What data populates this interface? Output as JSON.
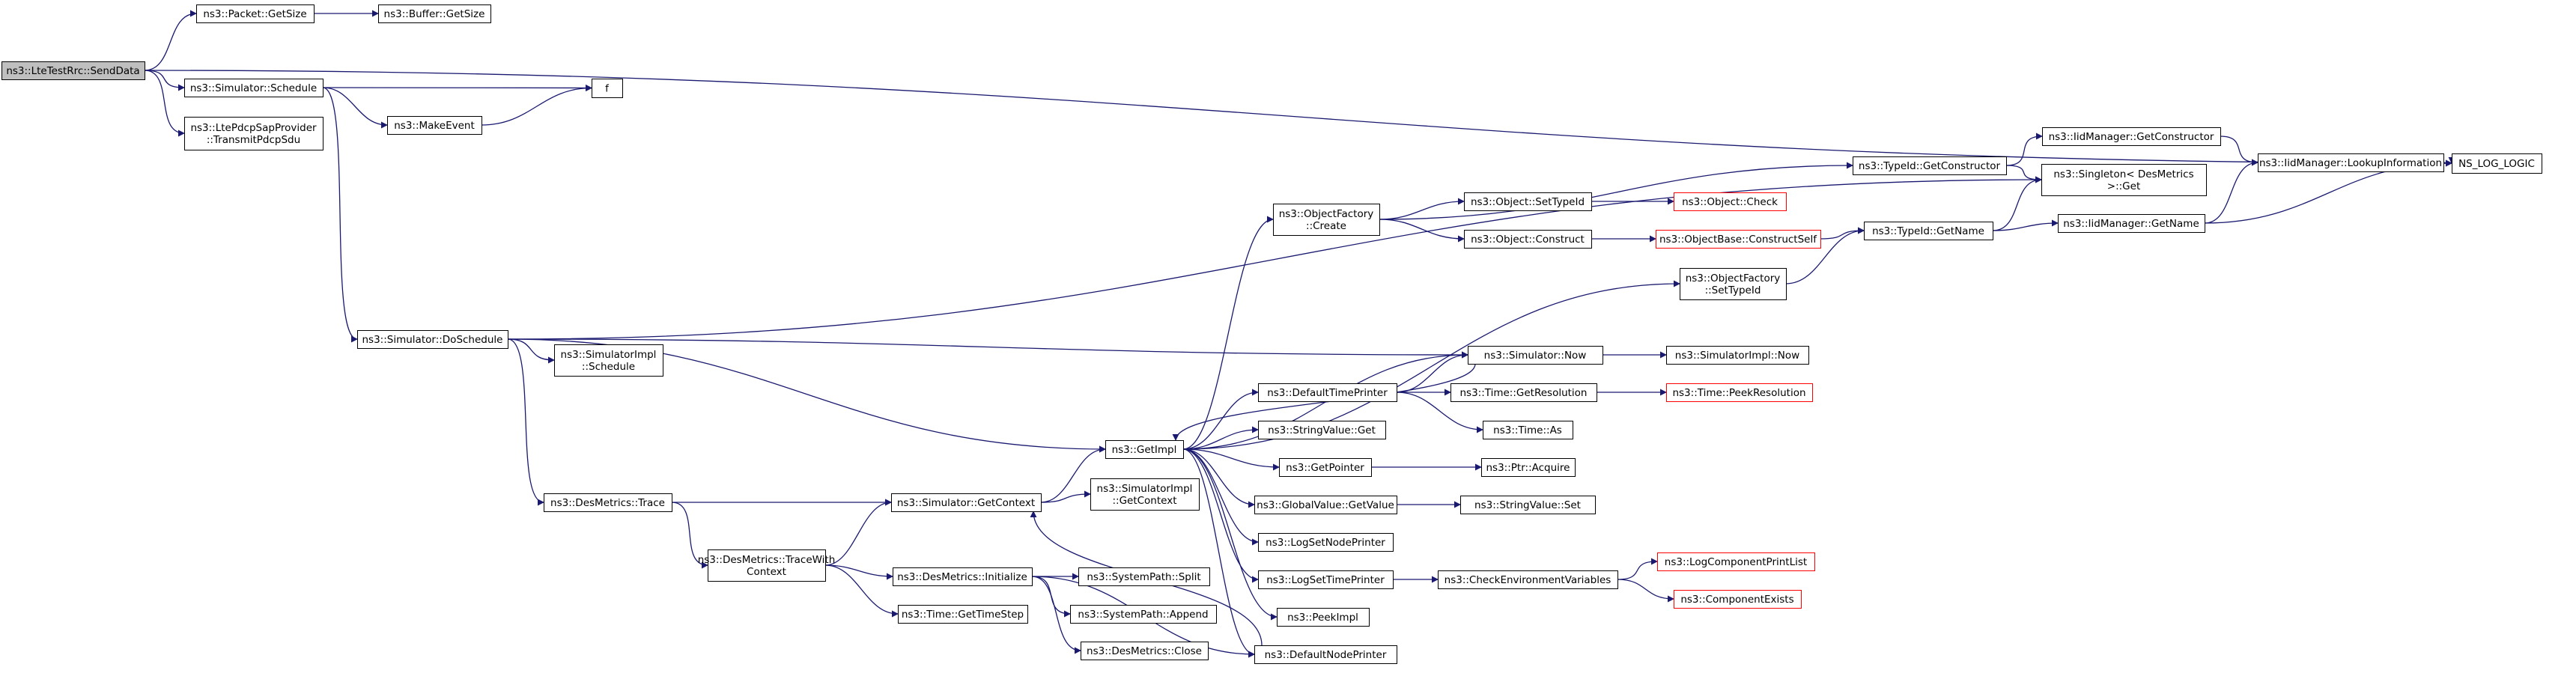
{
  "colors": {
    "edge": "#191970",
    "node_border": "#000000",
    "node_border_red": "#ff0000",
    "root_fill": "#bfbfbf",
    "background": "#ffffff"
  },
  "nodes": {
    "SendData": {
      "lines": [
        "ns3::LteTestRrc::SendData"
      ],
      "kind": "root"
    },
    "PacketGetSize": {
      "lines": [
        "ns3::Packet::GetSize"
      ]
    },
    "BufferGetSize": {
      "lines": [
        "ns3::Buffer::GetSize"
      ]
    },
    "NS_LOG_LOGIC": {
      "lines": [
        "NS_LOG_LOGIC"
      ]
    },
    "SimulatorSchedule": {
      "lines": [
        "ns3::Simulator::Schedule"
      ]
    },
    "f": {
      "lines": [
        "f"
      ]
    },
    "MakeEvent": {
      "lines": [
        "ns3::MakeEvent"
      ]
    },
    "TransmitPdcpSdu": {
      "lines": [
        "ns3::LtePdcpSapProvider",
        "::TransmitPdcpSdu"
      ]
    },
    "DoSchedule": {
      "lines": [
        "ns3::Simulator::DoSchedule"
      ]
    },
    "SimImplSchedule": {
      "lines": [
        "ns3::SimulatorImpl",
        "::Schedule"
      ]
    },
    "GetImpl": {
      "lines": [
        "ns3::GetImpl"
      ]
    },
    "DesTrace": {
      "lines": [
        "ns3::DesMetrics::Trace"
      ]
    },
    "GetContext": {
      "lines": [
        "ns3::Simulator::GetContext"
      ]
    },
    "SimImplGetContext": {
      "lines": [
        "ns3::SimulatorImpl",
        "::GetContext"
      ]
    },
    "TraceWithContext": {
      "lines": [
        "ns3::DesMetrics::TraceWith",
        "Context"
      ]
    },
    "DesInit": {
      "lines": [
        "ns3::DesMetrics::Initialize"
      ]
    },
    "GetTimeStep": {
      "lines": [
        "ns3::Time::GetTimeStep"
      ]
    },
    "SysSplit": {
      "lines": [
        "ns3::SystemPath::Split"
      ]
    },
    "SysAppend": {
      "lines": [
        "ns3::SystemPath::Append"
      ]
    },
    "DesClose": {
      "lines": [
        "ns3::DesMetrics::Close"
      ]
    },
    "ObjFactCreate": {
      "lines": [
        "ns3::ObjectFactory",
        "::Create"
      ]
    },
    "ObjSetTypeId": {
      "lines": [
        "ns3::Object::SetTypeId"
      ]
    },
    "ObjCheck": {
      "lines": [
        "ns3::Object::Check"
      ],
      "kind": "red"
    },
    "ObjConstruct": {
      "lines": [
        "ns3::Object::Construct"
      ]
    },
    "ConstructSelf": {
      "lines": [
        "ns3::ObjectBase::ConstructSelf"
      ],
      "kind": "red"
    },
    "TypeIdGetConstructor": {
      "lines": [
        "ns3::TypeId::GetConstructor"
      ]
    },
    "Singleton": {
      "lines": [
        "ns3::Singleton< DesMetrics",
        ">::Get"
      ]
    },
    "IidGetConstructor": {
      "lines": [
        "ns3::IidManager::GetConstructor"
      ]
    },
    "LookupInformation": {
      "lines": [
        "ns3::IidManager::LookupInformation"
      ]
    },
    "TypeIdGetName": {
      "lines": [
        "ns3::TypeId::GetName"
      ]
    },
    "IidGetName": {
      "lines": [
        "ns3::IidManager::GetName"
      ]
    },
    "ObjFactSetTypeId": {
      "lines": [
        "ns3::ObjectFactory",
        "::SetTypeId"
      ]
    },
    "SimNow": {
      "lines": [
        "ns3::Simulator::Now"
      ]
    },
    "SimImplNow": {
      "lines": [
        "ns3::SimulatorImpl::Now"
      ]
    },
    "DefaultTimePrinter": {
      "lines": [
        "ns3::DefaultTimePrinter"
      ]
    },
    "GetResolution": {
      "lines": [
        "ns3::Time::GetResolution"
      ]
    },
    "PeekResolution": {
      "lines": [
        "ns3::Time::PeekResolution"
      ],
      "kind": "red"
    },
    "TimeAs": {
      "lines": [
        "ns3::Time::As"
      ]
    },
    "StringValueGet": {
      "lines": [
        "ns3::StringValue::Get"
      ]
    },
    "GetPointer": {
      "lines": [
        "ns3::GetPointer"
      ]
    },
    "PtrAcquire": {
      "lines": [
        "ns3::Ptr::Acquire"
      ]
    },
    "GlobalValueGetValue": {
      "lines": [
        "ns3::GlobalValue::GetValue"
      ]
    },
    "StringValueSet": {
      "lines": [
        "ns3::StringValue::Set"
      ]
    },
    "LogSetNodePrinter": {
      "lines": [
        "ns3::LogSetNodePrinter"
      ]
    },
    "LogSetTimePrinter": {
      "lines": [
        "ns3::LogSetTimePrinter"
      ]
    },
    "CheckEnvVars": {
      "lines": [
        "ns3::CheckEnvironmentVariables"
      ]
    },
    "LogComponentPrintList": {
      "lines": [
        "ns3::LogComponentPrintList"
      ],
      "kind": "red"
    },
    "ComponentExists": {
      "lines": [
        "ns3::ComponentExists"
      ],
      "kind": "red"
    },
    "PeekImpl": {
      "lines": [
        "ns3::PeekImpl"
      ]
    },
    "DefaultNodePrinter": {
      "lines": [
        "ns3::DefaultNodePrinter"
      ]
    }
  },
  "edges": [
    [
      "SendData",
      "PacketGetSize"
    ],
    [
      "PacketGetSize",
      "BufferGetSize"
    ],
    [
      "SendData",
      "NS_LOG_LOGIC"
    ],
    [
      "SendData",
      "SimulatorSchedule"
    ],
    [
      "SendData",
      "TransmitPdcpSdu"
    ],
    [
      "SimulatorSchedule",
      "f"
    ],
    [
      "SimulatorSchedule",
      "MakeEvent"
    ],
    [
      "MakeEvent",
      "f"
    ],
    [
      "SimulatorSchedule",
      "DoSchedule"
    ],
    [
      "DoSchedule",
      "Singleton"
    ],
    [
      "DoSchedule",
      "SimNow"
    ],
    [
      "DoSchedule",
      "SimImplSchedule"
    ],
    [
      "DoSchedule",
      "GetImpl"
    ],
    [
      "DoSchedule",
      "DesTrace"
    ],
    [
      "DesTrace",
      "GetContext"
    ],
    [
      "DesTrace",
      "TraceWithContext"
    ],
    [
      "TraceWithContext",
      "GetContext"
    ],
    [
      "TraceWithContext",
      "DesInit"
    ],
    [
      "TraceWithContext",
      "GetTimeStep"
    ],
    [
      "DesInit",
      "SysSplit"
    ],
    [
      "DesInit",
      "SysAppend"
    ],
    [
      "DesInit",
      "DesClose"
    ],
    [
      "DesInit",
      "DefaultNodePrinter"
    ],
    [
      "GetContext",
      "GetImpl"
    ],
    [
      "GetContext",
      "SimImplGetContext"
    ],
    [
      "GetImpl",
      "ObjFactCreate"
    ],
    [
      "GetImpl",
      "ObjFactSetTypeId"
    ],
    [
      "GetImpl",
      "SimNow"
    ],
    [
      "GetImpl",
      "DefaultTimePrinter"
    ],
    [
      "GetImpl",
      "StringValueGet"
    ],
    [
      "GetImpl",
      "GetPointer"
    ],
    [
      "GetImpl",
      "GlobalValueGetValue"
    ],
    [
      "GetImpl",
      "LogSetNodePrinter"
    ],
    [
      "GetImpl",
      "LogSetTimePrinter"
    ],
    [
      "GetImpl",
      "PeekImpl"
    ],
    [
      "GetImpl",
      "DefaultNodePrinter"
    ],
    [
      "ObjFactCreate",
      "TypeIdGetConstructor"
    ],
    [
      "ObjFactCreate",
      "ObjSetTypeId"
    ],
    [
      "ObjFactCreate",
      "ObjConstruct"
    ],
    [
      "ObjSetTypeId",
      "ObjCheck"
    ],
    [
      "ObjConstruct",
      "ConstructSelf"
    ],
    [
      "ConstructSelf",
      "TypeIdGetName"
    ],
    [
      "TypeIdGetConstructor",
      "IidGetConstructor"
    ],
    [
      "TypeIdGetConstructor",
      "Singleton"
    ],
    [
      "IidGetConstructor",
      "LookupInformation"
    ],
    [
      "LookupInformation",
      "NS_LOG_LOGIC"
    ],
    [
      "TypeIdGetName",
      "Singleton"
    ],
    [
      "TypeIdGetName",
      "IidGetName"
    ],
    [
      "IidGetName",
      "LookupInformation"
    ],
    [
      "IidGetName",
      "NS_LOG_LOGIC"
    ],
    [
      "ObjFactSetTypeId",
      "TypeIdGetName"
    ],
    [
      "SimNow",
      "GetImpl"
    ],
    [
      "SimNow",
      "SimImplNow"
    ],
    [
      "DefaultTimePrinter",
      "SimNow"
    ],
    [
      "DefaultTimePrinter",
      "GetResolution"
    ],
    [
      "DefaultTimePrinter",
      "TimeAs"
    ],
    [
      "GetResolution",
      "PeekResolution"
    ],
    [
      "GetPointer",
      "PtrAcquire"
    ],
    [
      "GlobalValueGetValue",
      "StringValueSet"
    ],
    [
      "LogSetTimePrinter",
      "CheckEnvVars"
    ],
    [
      "CheckEnvVars",
      "LogComponentPrintList"
    ],
    [
      "CheckEnvVars",
      "ComponentExists"
    ],
    [
      "DefaultNodePrinter",
      "GetContext"
    ]
  ]
}
